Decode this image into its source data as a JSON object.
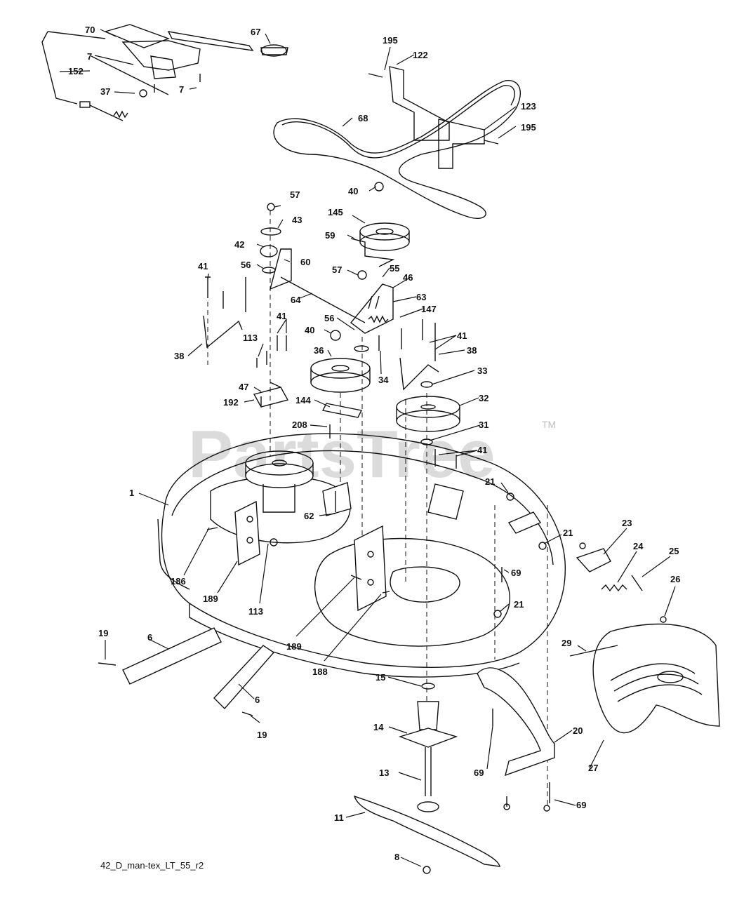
{
  "watermark": {
    "text": "PartsTree",
    "trademark": "TM"
  },
  "diagram_code": "42_D_man-tex_LT_55_r2",
  "parts": [
    {
      "id": "70"
    },
    {
      "id": "67"
    },
    {
      "id": "7"
    },
    {
      "id": "152"
    },
    {
      "id": "37"
    },
    {
      "id": "195"
    },
    {
      "id": "122"
    },
    {
      "id": "123"
    },
    {
      "id": "68"
    },
    {
      "id": "40"
    },
    {
      "id": "57"
    },
    {
      "id": "43"
    },
    {
      "id": "145"
    },
    {
      "id": "42"
    },
    {
      "id": "59"
    },
    {
      "id": "56"
    },
    {
      "id": "60"
    },
    {
      "id": "41"
    },
    {
      "id": "55"
    },
    {
      "id": "46"
    },
    {
      "id": "64"
    },
    {
      "id": "63"
    },
    {
      "id": "147"
    },
    {
      "id": "38"
    },
    {
      "id": "113"
    },
    {
      "id": "36"
    },
    {
      "id": "33"
    },
    {
      "id": "34"
    },
    {
      "id": "47"
    },
    {
      "id": "192"
    },
    {
      "id": "144"
    },
    {
      "id": "32"
    },
    {
      "id": "208"
    },
    {
      "id": "31"
    },
    {
      "id": "1"
    },
    {
      "id": "21"
    },
    {
      "id": "62"
    },
    {
      "id": "23"
    },
    {
      "id": "24"
    },
    {
      "id": "25"
    },
    {
      "id": "186"
    },
    {
      "id": "69"
    },
    {
      "id": "189"
    },
    {
      "id": "26"
    },
    {
      "id": "19"
    },
    {
      "id": "6"
    },
    {
      "id": "188"
    },
    {
      "id": "29"
    },
    {
      "id": "15"
    },
    {
      "id": "14"
    },
    {
      "id": "20"
    },
    {
      "id": "27"
    },
    {
      "id": "13"
    },
    {
      "id": "11"
    },
    {
      "id": "8"
    }
  ],
  "callouts": [
    {
      "part": "70"
    },
    {
      "part": "67"
    },
    {
      "part": "7"
    },
    {
      "part": "7"
    },
    {
      "part": "152"
    },
    {
      "part": "37"
    },
    {
      "part": "195"
    },
    {
      "part": "122"
    },
    {
      "part": "68"
    },
    {
      "part": "123"
    },
    {
      "part": "195"
    },
    {
      "part": "40"
    },
    {
      "part": "57"
    },
    {
      "part": "43"
    },
    {
      "part": "145"
    },
    {
      "part": "42"
    },
    {
      "part": "59"
    },
    {
      "part": "56"
    },
    {
      "part": "60"
    },
    {
      "part": "41"
    },
    {
      "part": "57"
    },
    {
      "part": "55"
    },
    {
      "part": "46"
    },
    {
      "part": "64"
    },
    {
      "part": "63"
    },
    {
      "part": "147"
    },
    {
      "part": "41"
    },
    {
      "part": "56"
    },
    {
      "part": "40"
    },
    {
      "part": "41"
    },
    {
      "part": "38"
    },
    {
      "part": "113"
    },
    {
      "part": "36"
    },
    {
      "part": "38"
    },
    {
      "part": "33"
    },
    {
      "part": "34"
    },
    {
      "part": "47"
    },
    {
      "part": "192"
    },
    {
      "part": "144"
    },
    {
      "part": "32"
    },
    {
      "part": "208"
    },
    {
      "part": "31"
    },
    {
      "part": "41"
    },
    {
      "part": "1"
    },
    {
      "part": "21"
    },
    {
      "part": "62"
    },
    {
      "part": "21"
    },
    {
      "part": "23"
    },
    {
      "part": "24"
    },
    {
      "part": "25"
    },
    {
      "part": "186"
    },
    {
      "part": "69"
    },
    {
      "part": "26"
    },
    {
      "part": "189"
    },
    {
      "part": "113"
    },
    {
      "part": "21"
    },
    {
      "part": "19"
    },
    {
      "part": "6"
    },
    {
      "part": "189"
    },
    {
      "part": "188"
    },
    {
      "part": "29"
    },
    {
      "part": "15"
    },
    {
      "part": "6"
    },
    {
      "part": "19"
    },
    {
      "part": "14"
    },
    {
      "part": "20"
    },
    {
      "part": "27"
    },
    {
      "part": "69"
    },
    {
      "part": "13"
    },
    {
      "part": "69"
    },
    {
      "part": "11"
    },
    {
      "part": "8"
    }
  ]
}
